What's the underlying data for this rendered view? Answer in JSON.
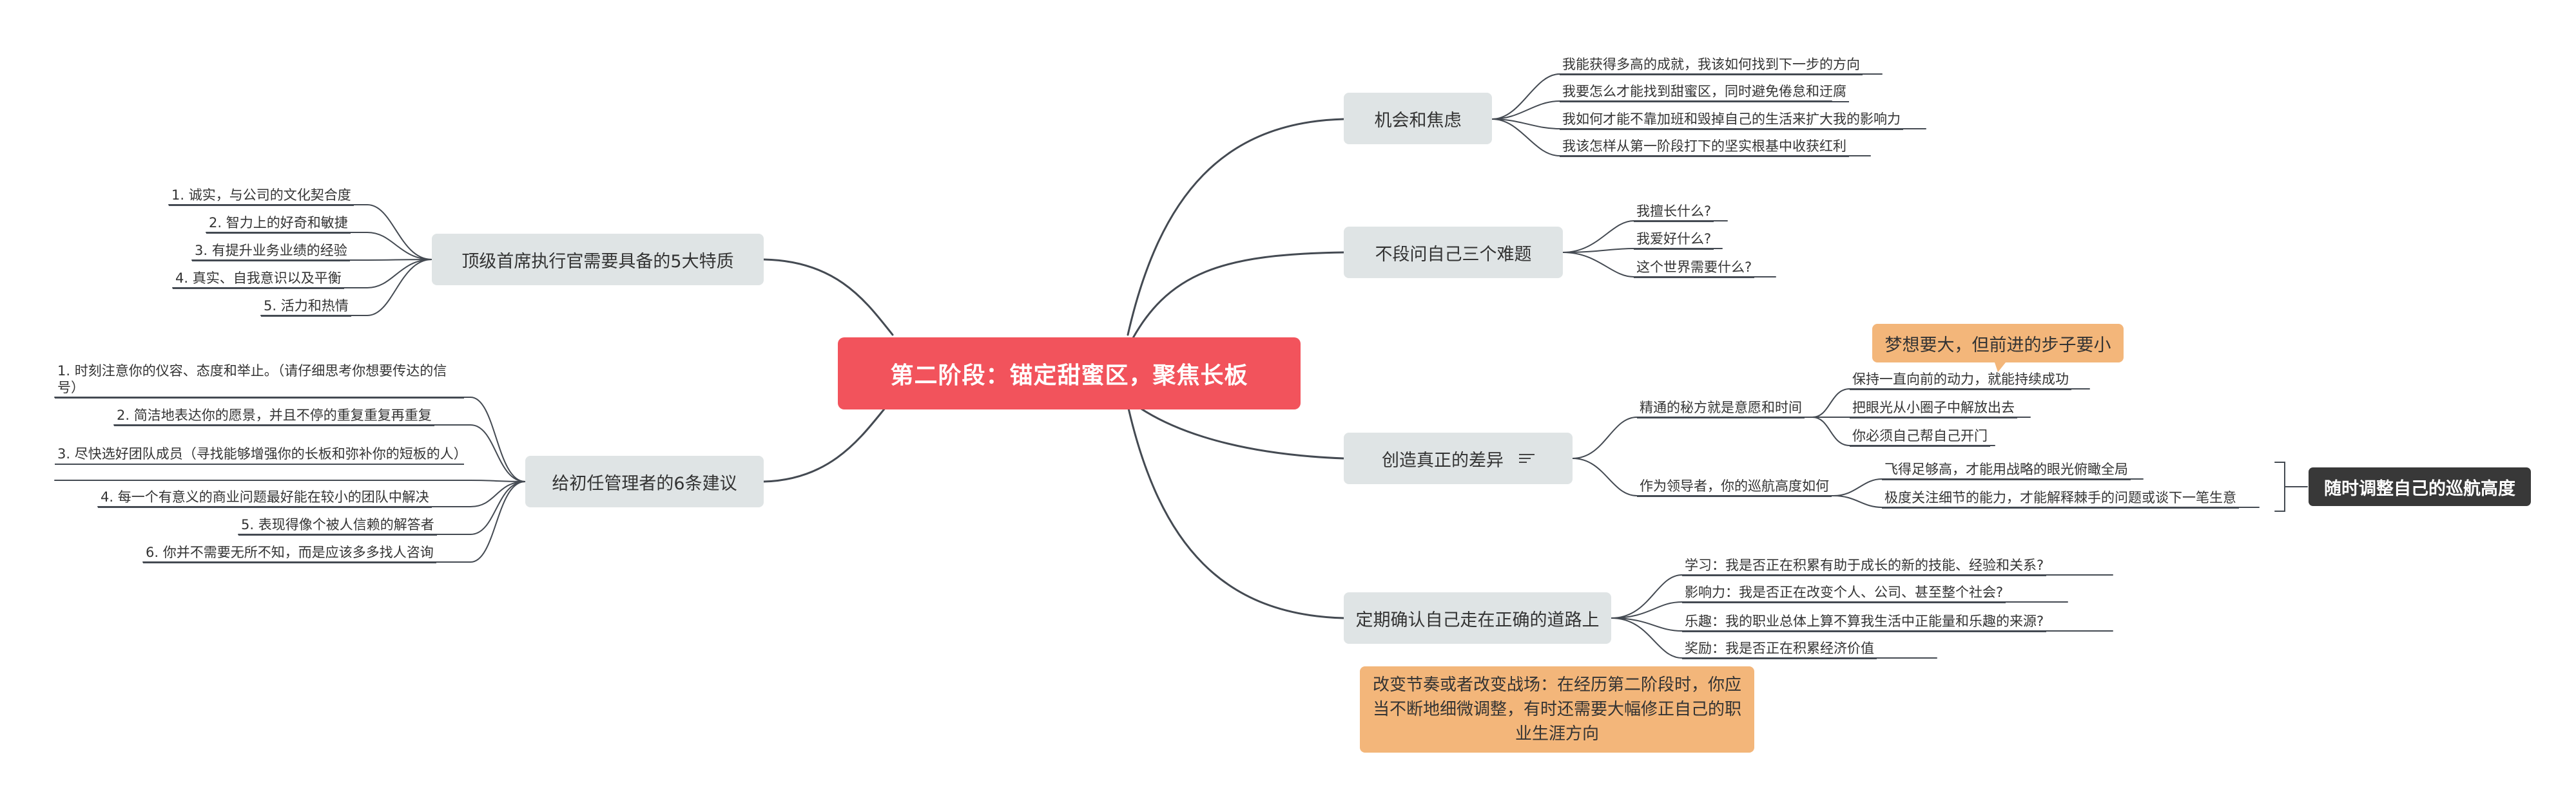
{
  "root": {
    "title": "第二阶段：锚定甜蜜区，聚焦长板"
  },
  "branches": {
    "b1": {
      "label": "机会和焦虑",
      "items": [
        "我能获得多高的成就，我该如何找到下一步的方向",
        "我要怎么才能找到甜蜜区，同时避免倦怠和迂腐",
        "我如何才能不靠加班和毁掉自己的生活来扩大我的影响力",
        "我该怎样从第一阶段打下的坚实根基中收获红利"
      ]
    },
    "b2": {
      "label": "不段问自己三个难题",
      "items": [
        "我擅长什么?",
        "我爱好什么?",
        "这个世界需要什么?"
      ]
    },
    "b3": {
      "label": "创造真正的差异",
      "sub1": {
        "label": "精通的秘方就是意愿和时间",
        "callout": "梦想要大，但前进的步子要小",
        "items": [
          "保持一直向前的动力，就能持续成功",
          "把眼光从小圈子中解放出去",
          "你必须自己帮自己开门"
        ]
      },
      "sub2": {
        "label": "作为领导者，你的巡航高度如何",
        "items": [
          "飞得足够高，才能用战略的眼光俯瞰全局",
          "极度关注细节的能力，才能解释棘手的问题或谈下一笔生意"
        ],
        "summary": "随时调整自己的巡航高度"
      }
    },
    "b4": {
      "label": "定期确认自己走在正确的道路上",
      "items": [
        "学习：我是否正在积累有助于成长的新的技能、经验和关系?",
        "影响力：我是否正在改变个人、公司、甚至整个社会?",
        "乐趣：我的职业总体上算不算我生活中正能量和乐趣的来源?",
        "奖励：我是否正在积累经济价值"
      ],
      "callout": "改变节奏或者改变战场：在经历第二阶段时，你应当不断地细微调整，有时还需要大幅修正自己的职业生涯方向"
    },
    "b5": {
      "label": "顶级首席执行官需要具备的5大特质",
      "items": [
        "1. 诚实，与公司的文化契合度",
        "2. 智力上的好奇和敏捷",
        "3. 有提升业务业绩的经验",
        "4. 真实、自我意识以及平衡",
        "5. 活力和热情"
      ]
    },
    "b6": {
      "label": "给初任管理者的6条建议",
      "items": [
        "1. 时刻注意你的仪容、态度和举止。（请仔细思考你想要传达的信号）",
        "2. 简洁地表达你的愿景，并且不停的重复重复再重复",
        "3. 尽快选好团队成员（寻找能够增强你的长板和弥补你的短板的人）",
        "4. 每一个有意义的商业问题最好能在较小的团队中解决",
        "5. 表现得像个被人信赖的解答者",
        "6. 你并不需要无所不知，而是应该多多找人咨询"
      ]
    }
  },
  "colors": {
    "root": "#f2535c",
    "main": "#dfe4e5",
    "callout": "#f3b67a",
    "summary": "#383838",
    "line": "#444a52"
  },
  "icons": {
    "note": "note-icon"
  }
}
